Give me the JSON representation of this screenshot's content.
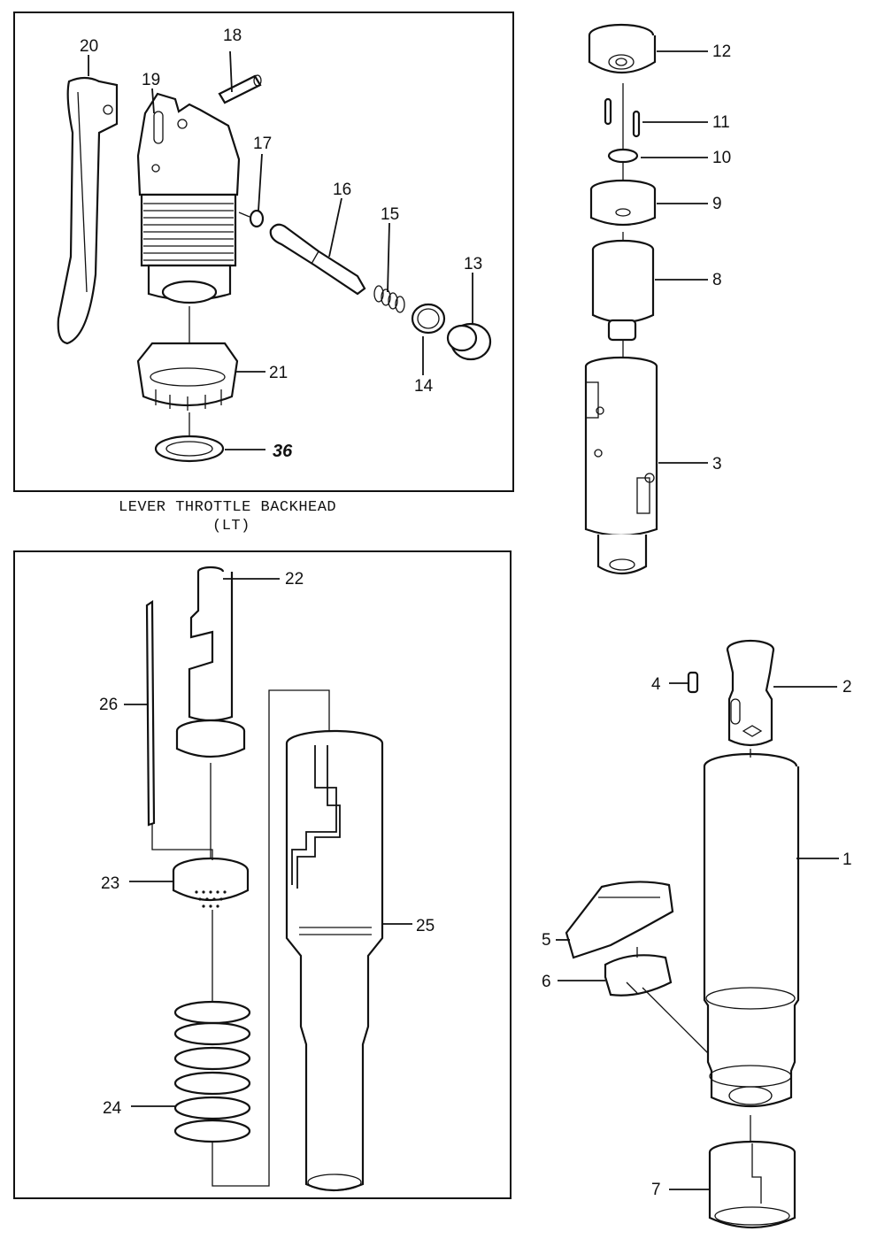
{
  "caption": {
    "line1": "LEVER THROTTLE BACKHEAD",
    "line2": "(LT)"
  },
  "callouts": {
    "p1": "1",
    "p2": "2",
    "p3": "3",
    "p4": "4",
    "p5": "5",
    "p6": "6",
    "p7": "7",
    "p8": "8",
    "p9": "9",
    "p10": "10",
    "p11": "11",
    "p12": "12",
    "p13": "13",
    "p14": "14",
    "p15": "15",
    "p16": "16",
    "p17": "17",
    "p18": "18",
    "p19": "19",
    "p20": "20",
    "p21": "21",
    "p22": "22",
    "p23": "23",
    "p24": "24",
    "p25": "25",
    "p26": "26",
    "p36": "36"
  }
}
